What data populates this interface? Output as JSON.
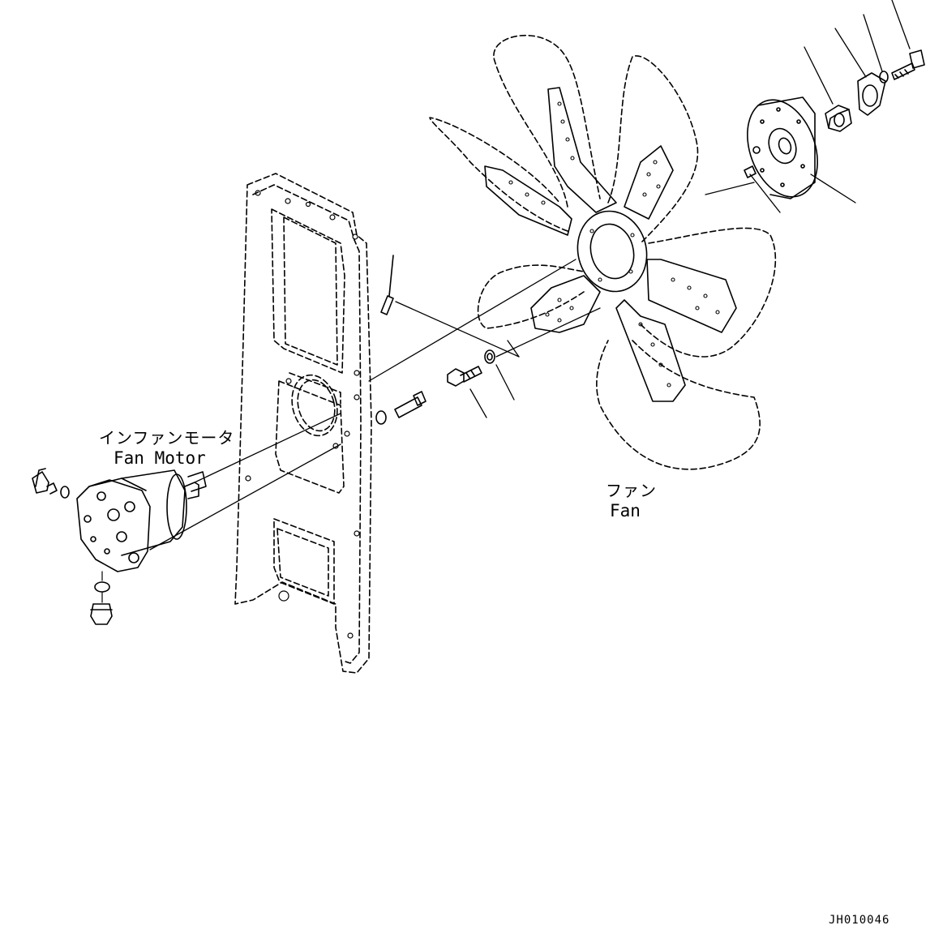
{
  "labels": {
    "fan_motor_jp": "インファンモータ",
    "fan_motor_en": "Fan Motor",
    "fan_jp": "ファン",
    "fan_en": "Fan",
    "drawing_code": "JH010046"
  },
  "colors": {
    "line": "#000000",
    "background": "#ffffff"
  }
}
